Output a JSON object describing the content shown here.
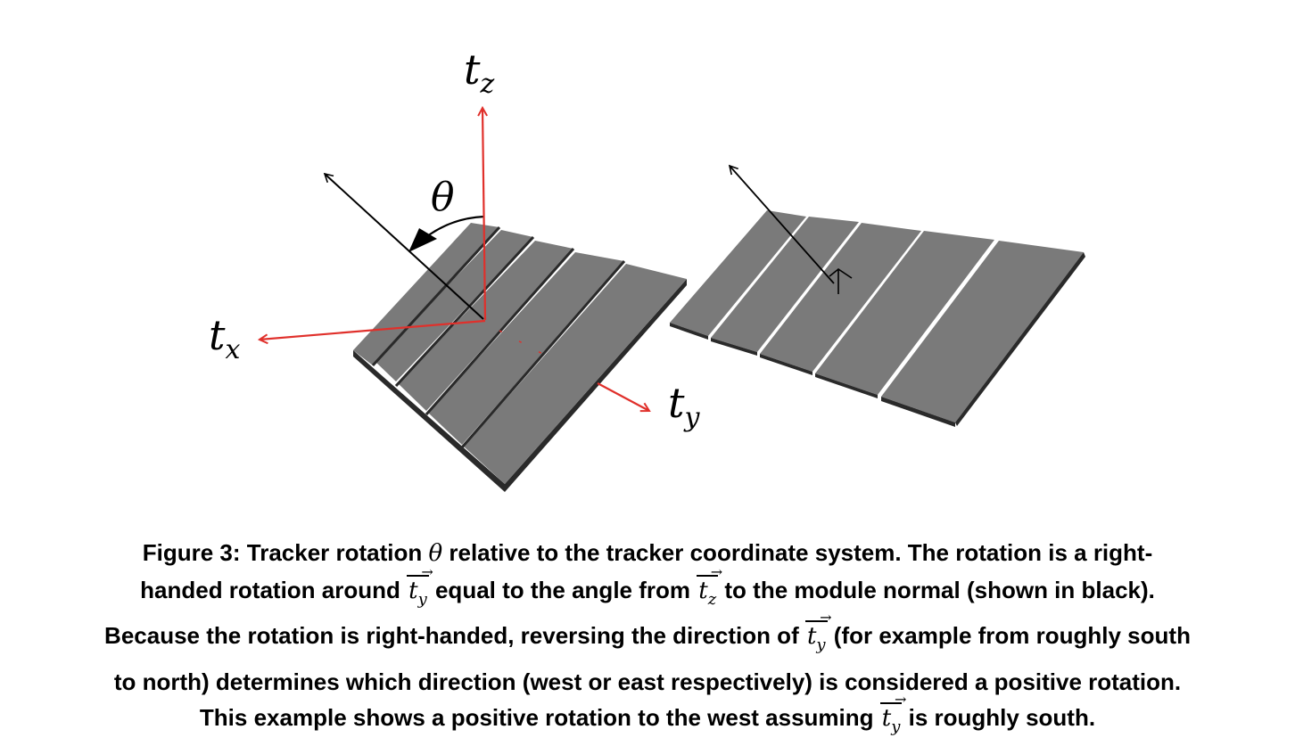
{
  "labels": {
    "tz": {
      "base": "t",
      "sub": "z"
    },
    "tx": {
      "base": "t",
      "sub": "x"
    },
    "ty": {
      "base": "t",
      "sub": "y"
    },
    "theta": "θ"
  },
  "colors": {
    "axis": "#e0302b",
    "panel_top": "#7a7a7a",
    "panel_edge": "#2a2a2a",
    "normal": "#000000"
  },
  "caption": {
    "line1": {
      "pre": "Figure 3:  Tracker rotation ",
      "sym": "θ",
      "post": " relative to the tracker coordinate system. The rotation is a right-"
    },
    "line2": {
      "pre": "handed rotation around ",
      "vec1": {
        "base": "t",
        "sub": "y"
      },
      "mid": " equal to the angle from ",
      "vec2": {
        "base": "t",
        "sub": "z"
      },
      "post": " to the module normal (shown in black)."
    },
    "line3": {
      "pre": "Because the rotation is right-handed, reversing the direction of ",
      "vec": {
        "base": "t",
        "sub": "y"
      },
      "post": " (for example from roughly south"
    },
    "line4": "to north) determines which direction (west or east respectively) is considered a positive rotation.",
    "line5": {
      "pre": "This example shows a positive rotation to the west assuming ",
      "vec": {
        "base": "t",
        "sub": "y"
      },
      "post": " is roughly south."
    }
  }
}
